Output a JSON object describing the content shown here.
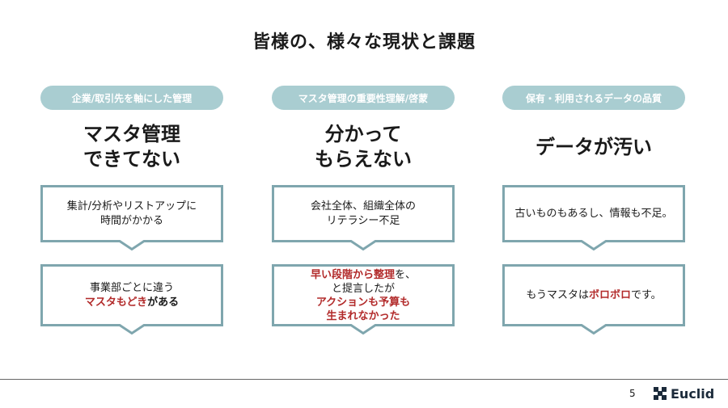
{
  "slide": {
    "title": "皆様の、様々な現状と課題",
    "page_number": "5"
  },
  "brand": {
    "name": "Euclid",
    "logo_icon": "euclid-cross-logo-icon"
  },
  "colors": {
    "pill": "#a9cdd1",
    "callout_border": "#7fa6ae",
    "highlight": "#b22a2a"
  },
  "columns": [
    {
      "pill": "企業/取引先を軸にした管理",
      "heading": [
        "マスタ管理",
        "できてない"
      ],
      "box1": [
        "集計/分析やリストアップに",
        "時間がかかる"
      ],
      "box2": {
        "line1": "事業部ごとに違う",
        "line2_red": "マスタもどき",
        "line2_rest": "がある"
      }
    },
    {
      "pill": "マスタ管理の重要性理解/啓蒙",
      "heading": [
        "分かって",
        "もらえない"
      ],
      "box1": [
        "会社全体、組織全体の",
        "リテラシー不足"
      ],
      "box2": {
        "line1_red": "早い段階から整理",
        "line1_rest": "を、",
        "line2": "と提言したが",
        "line3_red": "アクションも予算も",
        "line4_red": "生まれなかった"
      }
    },
    {
      "pill": "保有・利用されるデータの品質",
      "heading": [
        "データが汚い"
      ],
      "box1": [
        "古いものもあるし、情報も不足。"
      ],
      "box2": {
        "pre": "もうマスタは",
        "red": "ボロボロ",
        "post": "です。"
      }
    }
  ]
}
